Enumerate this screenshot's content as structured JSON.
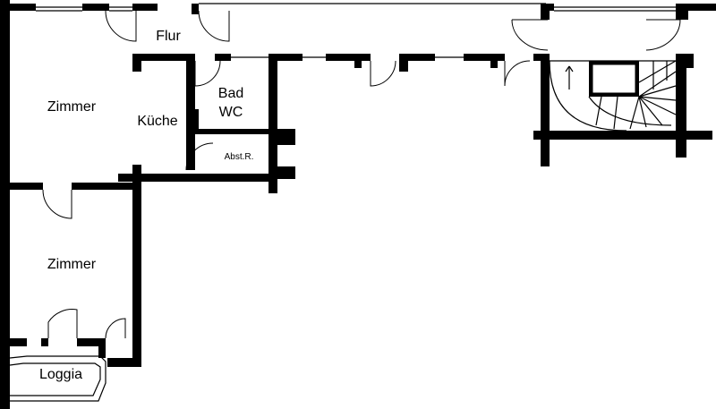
{
  "floor_plan": {
    "rooms": {
      "zimmer_top": "Zimmer",
      "flur": "Flur",
      "kueche": "Küche",
      "bad": "Bad",
      "wc": "WC",
      "abstellraum": "Abst.R.",
      "zimmer_bottom": "Zimmer",
      "loggia": "Loggia"
    },
    "colors": {
      "wall": "#000000",
      "background": "#ffffff"
    }
  }
}
